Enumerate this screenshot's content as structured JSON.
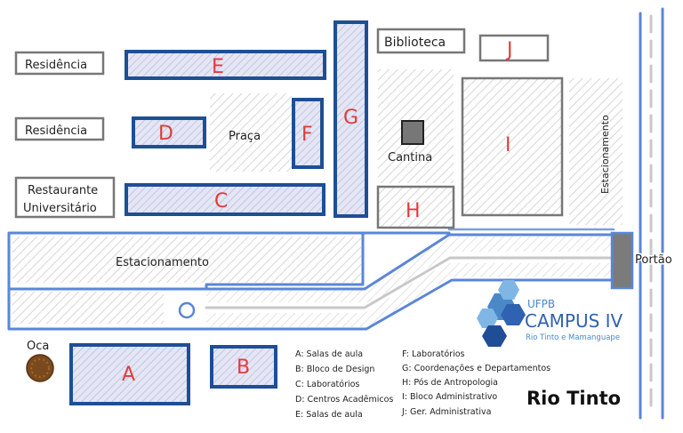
{
  "colors": {
    "building_fill": "#d9dcf0",
    "building_stroke": "#1f4e96",
    "gray_box_stroke": "#777777",
    "road_blue": "#5b86d8",
    "road_gray": "#c8c8c8",
    "hatch": "#d6d6d6",
    "letter_red": "#e23b3b",
    "cantina_fill": "#777777",
    "oca_fill": "#7a4a1e",
    "logo_blue": "#4a88c8",
    "logo_light": "#7fb6e6",
    "logo_dark": "#1f4e96"
  },
  "labels": {
    "residencia_1": "Residência",
    "residencia_2": "Residência",
    "restaurante_1": "Restaurante",
    "restaurante_2": "Universitário",
    "praca": "Praça",
    "biblioteca": "Biblioteca",
    "cantina": "Cantina",
    "estacionamento_main": "Estacionamento",
    "estacionamento_vertical": "Estacionamento",
    "portao": "Portão",
    "oca": "Oca",
    "rio_tinto": "Rio Tinto"
  },
  "buildings": {
    "A": "A",
    "B": "B",
    "C": "C",
    "D": "D",
    "E": "E",
    "F": "F",
    "G": "G",
    "H": "H",
    "I": "I",
    "J": "J"
  },
  "logo": {
    "ufpb": "UFPB",
    "campus": "CAMPUS IV",
    "sub": "Rio Tinto  e  Mamanguape"
  },
  "legend": {
    "left": [
      "A: Salas de aula",
      "B: Bloco de Design",
      "C: Laboratórios",
      "D: Centros Acadêmicos",
      "E: Salas de aula"
    ],
    "right": [
      "F: Laboratórios",
      "G: Coordenações e Departamentos",
      "H: Pós de Antropologia",
      "I: Bloco Administrativo",
      "J: Ger. Administrativa"
    ]
  }
}
